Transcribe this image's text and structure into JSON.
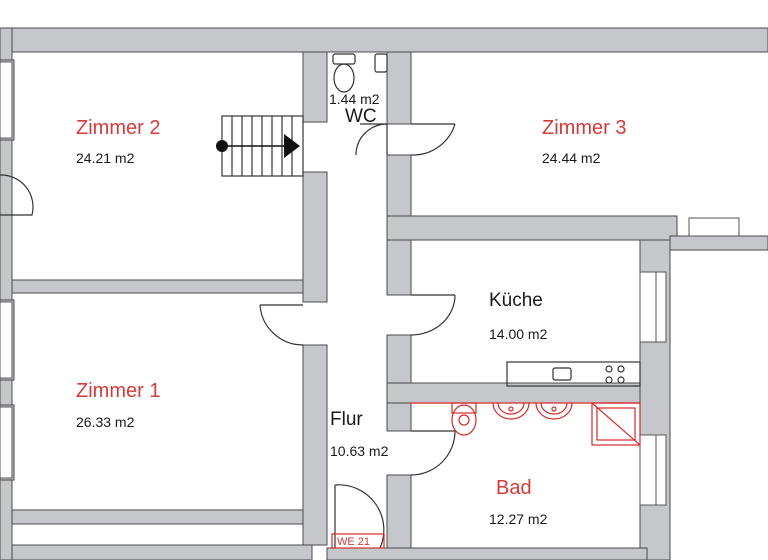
{
  "rooms": {
    "zimmer2": {
      "name": "Zimmer 2",
      "area": "24.21 m2"
    },
    "zimmer3": {
      "name": "Zimmer 3",
      "area": "24.44 m2"
    },
    "zimmer1": {
      "name": "Zimmer 1",
      "area": "26.33 m2"
    },
    "kueche": {
      "name": "Küche",
      "area": "14.00 m2"
    },
    "flur": {
      "name": "Flur",
      "area": "10.63 m2"
    },
    "bad": {
      "name": "Bad",
      "area": "12.27 m2"
    },
    "wc": {
      "name": "WC",
      "area": "1.44 m2"
    }
  },
  "unit_label": "WE 21",
  "colors": {
    "wall_fill": "#c5c7cb",
    "wall_stroke": "#4a4a4a",
    "room_label_red": "#d33a3a",
    "fixture_red": "#d62a2a"
  }
}
